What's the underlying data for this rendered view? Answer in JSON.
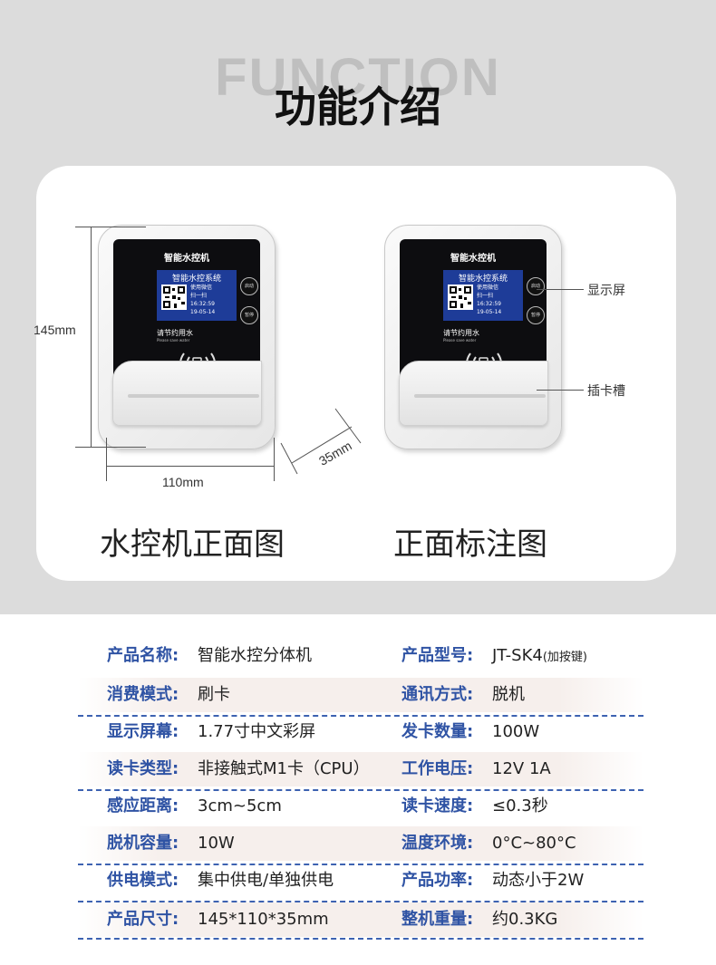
{
  "header": {
    "background_word": "FUNCTION",
    "title": "功能介绍"
  },
  "front_view": {
    "caption": "水控机正面图",
    "height_label": "145mm",
    "width_label": "110mm",
    "depth_label": "35mm"
  },
  "annotated_view": {
    "caption": "正面标注图",
    "callouts": [
      "显示屏",
      "插卡槽"
    ]
  },
  "device": {
    "panel_title": "智能水控机",
    "screen_title": "智能水控系统",
    "screen_lines": [
      "使用微信",
      "扫一扫",
      "16:32:59",
      "19-05-14"
    ],
    "buttons": [
      "启动",
      "暂停"
    ],
    "tap_text": "请节约用水",
    "tap_subtext": "Please save water"
  },
  "specs": [
    {
      "k1": "产品名称:",
      "v1": "智能水控分体机",
      "k2": "产品型号:",
      "v2": "JT-SK4",
      "v2_note": "(加按键)"
    },
    {
      "k1": "消费模式:",
      "v1": "刷卡",
      "k2": "通讯方式:",
      "v2": "脱机"
    },
    {
      "k1": "显示屏幕:",
      "v1": "1.77寸中文彩屏",
      "k2": "发卡数量:",
      "v2": "100W"
    },
    {
      "k1": "读卡类型:",
      "v1": "非接触式M1卡（CPU）",
      "k2": "工作电压:",
      "v2": "12V 1A"
    },
    {
      "k1": "感应距离:",
      "v1": "3cm~5cm",
      "k2": "读卡速度:",
      "v2": "≤0.3秒"
    },
    {
      "k1": "脱机容量:",
      "v1": "10W",
      "k2": "温度环境:",
      "v2": "0°C~80°C"
    },
    {
      "k1": "供电模式:",
      "v1": "集中供电/单独供电",
      "k2": "产品功率:",
      "v2": "动态小于2W"
    },
    {
      "k1": "产品尺寸:",
      "v1": "145*110*35mm",
      "k2": "整机重量:",
      "v2": "约0.3KG"
    }
  ],
  "colors": {
    "spec_key": "#2f53a4",
    "separator": "#3d62b1",
    "top_background": "#dcdcdc",
    "screen_blue": "#1e3c98"
  }
}
